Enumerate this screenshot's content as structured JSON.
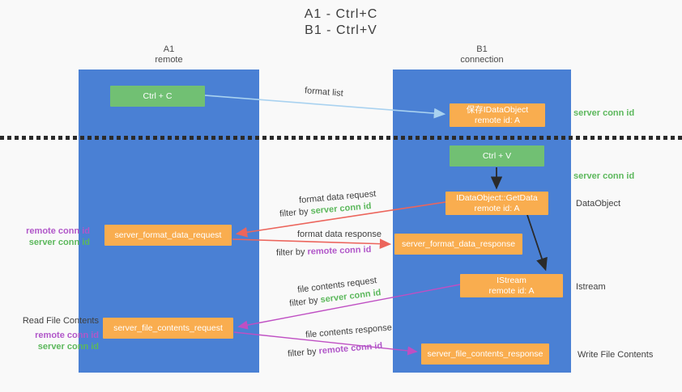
{
  "title": {
    "line1": "A1 - Ctrl+C",
    "line2": "B1 - Ctrl+V"
  },
  "columns": {
    "left": {
      "name": "A1",
      "role": "remote"
    },
    "right": {
      "name": "B1",
      "role": "connection"
    }
  },
  "boxes": {
    "ctrl_c": "Ctrl + C",
    "save_dataobject": {
      "line1": "保存IDataObject",
      "line2": "remote id: A"
    },
    "ctrl_v": "Ctrl + V",
    "getdata": {
      "line1": "IDataObject::GetData",
      "line2": "remote id: A"
    },
    "format_request": "server_format_data_request",
    "format_response": "server_format_data_response",
    "istream": {
      "line1": "IStream",
      "line2": "remote id: A"
    },
    "file_request": "server_file_contents_request",
    "file_response": "server_file_contents_response"
  },
  "side_labels": {
    "server_conn_id_top": "server conn id",
    "server_conn_id_mid": "server conn id",
    "dataobject": "DataObject",
    "istream": "Istream",
    "write_file_contents": "Write File Contents",
    "read_file_contents": "Read File Contents",
    "left_group1": {
      "remote_conn_id": "remote conn id",
      "server_conn_id": "server conn id"
    },
    "left_group2": {
      "remote_conn_id": "remote conn id",
      "server_conn_id": "server conn id"
    }
  },
  "arrows": {
    "format_list": "format list",
    "format_data_request": {
      "label": "format data request",
      "filter_prefix": "filter by ",
      "filter_id": "server conn id"
    },
    "format_data_response": {
      "label": "format data response",
      "filter_prefix": "filter by ",
      "filter_id": "remote conn id"
    },
    "file_contents_request": {
      "label": "file contents request",
      "filter_prefix": "filter by ",
      "filter_id": "server conn id"
    },
    "file_contents_response": {
      "label": "file contents response",
      "filter_prefix": "filter by ",
      "filter_id": "remote conn id"
    }
  },
  "colors": {
    "column_blue": "#4a80d4",
    "box_orange": "#f9ad4f",
    "box_green": "#71c073",
    "accent_green": "#5cb85c",
    "accent_purple": "#b157c9",
    "arrow_blue": "#a9d2f0",
    "arrow_red": "#ec655c",
    "arrow_magenta": "#bf4fc3",
    "arrow_black": "#2a2a2a",
    "background": "#f9f9f9",
    "text_dark": "#3f3f3f"
  }
}
